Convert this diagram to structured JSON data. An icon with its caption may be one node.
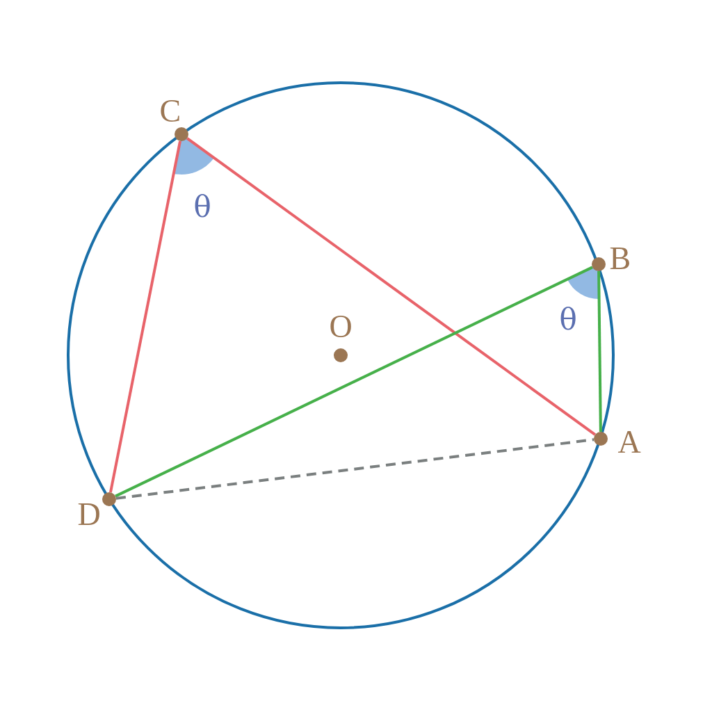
{
  "diagram": {
    "nodes": [
      {
        "text": [],
        "shape": "circle",
        "beside": [
          "D"
        ]
      },
      {
        "text": [],
        "shape": "circle",
        "beside": [
          "C"
        ]
      },
      {
        "text": [],
        "shape": "circle",
        "beside": [
          "O"
        ]
      },
      {
        "text": [],
        "shape": "circle",
        "beside": [
          "B"
        ]
      },
      {
        "text": [],
        "shape": "circle",
        "beside": [
          "A"
        ]
      }
    ],
    "edges": [
      {
        "from": 1,
        "to": 0,
        "arrow": "none",
        "color": "#e8636a"
      },
      {
        "from": 1,
        "to": 4,
        "arrow": "none",
        "color": "#e8636a"
      },
      {
        "from": 0,
        "to": 3,
        "arrow": "none",
        "color": "#46b04a"
      },
      {
        "from": 3,
        "to": 4,
        "arrow": "none",
        "color": "#46b04a"
      },
      {
        "from": 0,
        "to": 4,
        "arrow": "none",
        "style": "dashed",
        "color": "#7a7f7f"
      }
    ],
    "labels": [
      "θ",
      "θ"
    ]
  }
}
